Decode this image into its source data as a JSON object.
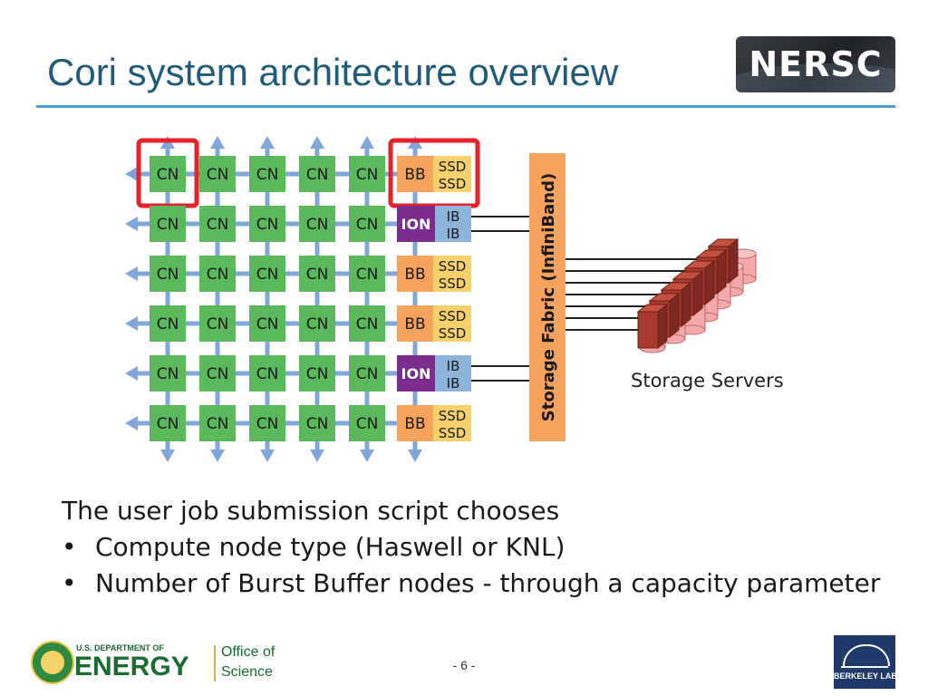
{
  "title": "Cori system architecture overview",
  "logo": {
    "text": "NERSC",
    "bg_color": "#2a2f35"
  },
  "diagram": {
    "rows": [
      {
        "nodes": [
          "CN",
          "CN",
          "CN",
          "CN",
          "CN"
        ],
        "io_type": "BB",
        "io_label": "BB",
        "io_sub": [
          "SSD",
          "SSD"
        ],
        "highlight_cn": true,
        "highlight_io": true
      },
      {
        "nodes": [
          "CN",
          "CN",
          "CN",
          "CN",
          "CN"
        ],
        "io_type": "ION",
        "io_label": "ION",
        "io_sub": [
          "IB",
          "IB"
        ],
        "highlight_cn": false,
        "highlight_io": false
      },
      {
        "nodes": [
          "CN",
          "CN",
          "CN",
          "CN",
          "CN"
        ],
        "io_type": "BB",
        "io_label": "BB",
        "io_sub": [
          "SSD",
          "SSD"
        ],
        "highlight_cn": false,
        "highlight_io": false
      },
      {
        "nodes": [
          "CN",
          "CN",
          "CN",
          "CN",
          "CN"
        ],
        "io_type": "BB",
        "io_label": "BB",
        "io_sub": [
          "SSD",
          "SSD"
        ],
        "highlight_cn": false,
        "highlight_io": false
      },
      {
        "nodes": [
          "CN",
          "CN",
          "CN",
          "CN",
          "CN"
        ],
        "io_type": "ION",
        "io_label": "ION",
        "io_sub": [
          "IB",
          "IB"
        ],
        "highlight_cn": false,
        "highlight_io": false
      },
      {
        "nodes": [
          "CN",
          "CN",
          "CN",
          "CN",
          "CN"
        ],
        "io_type": "BB",
        "io_label": "BB",
        "io_sub": [
          "SSD",
          "SSD"
        ],
        "highlight_cn": false,
        "highlight_io": false
      }
    ],
    "fabric_label": "Storage Fabric (InfiniBand)",
    "storage_label": "Storage Servers",
    "colors": {
      "cn": "#5cb85c",
      "arrow": "#7fa7d9",
      "bb": "#f5a25d",
      "ssd": "#f7cf6b",
      "ion": "#7b2d8e",
      "ib": "#8fb4dc",
      "fabric": "#f5a25d",
      "highlight": "#e8202a",
      "server_dark": "#a8392c",
      "server_light": "#f2a9a9"
    }
  },
  "body": {
    "intro": "The user job submission script chooses",
    "bullets": [
      "Compute node type (Haswell or KNL)",
      "Number of Burst Buffer nodes - through a capacity parameter"
    ]
  },
  "footer": {
    "doe_small": "U.S. DEPARTMENT OF",
    "doe_big": "ENERGY",
    "office_line1": "Office of",
    "office_line2": "Science",
    "page": "- 6 -",
    "berkeley": "BERKELEY LAB"
  }
}
